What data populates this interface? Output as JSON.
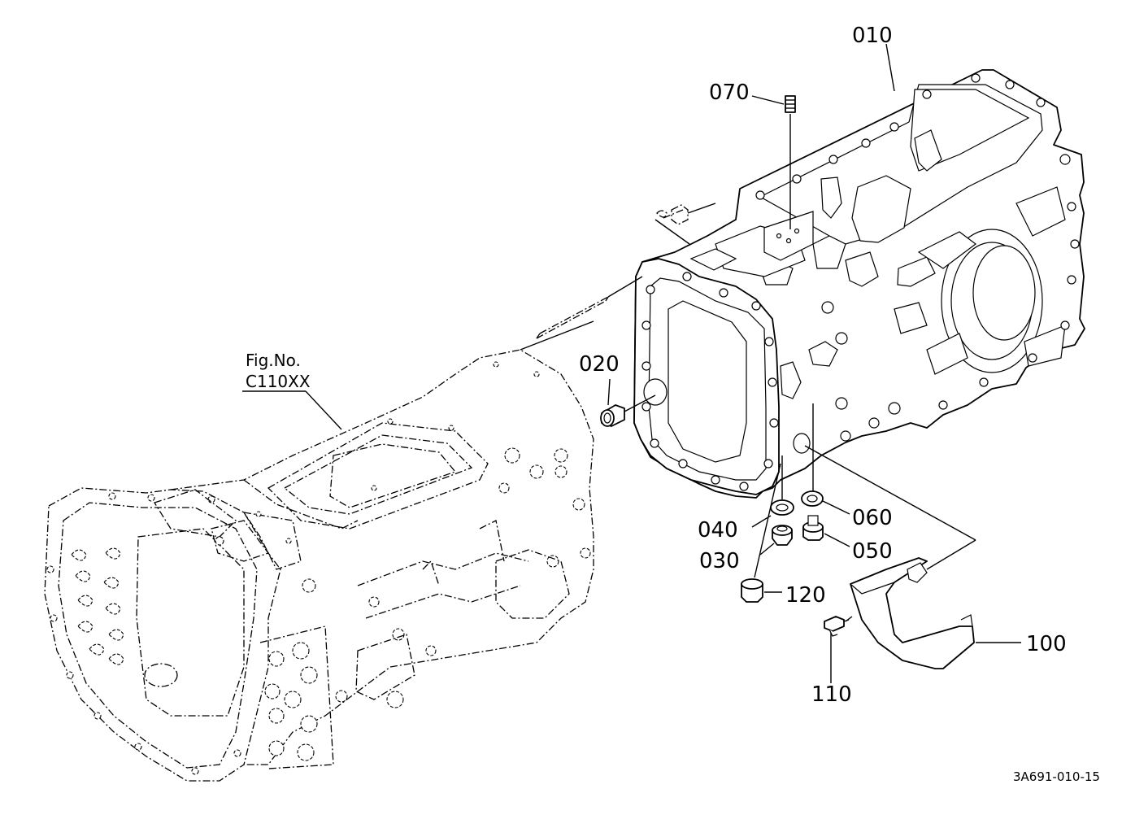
{
  "figure_ref": {
    "line1": "Fig.No.",
    "line2": "C110XX"
  },
  "callouts": [
    {
      "id": "010",
      "text": "010"
    },
    {
      "id": "070",
      "text": "070"
    },
    {
      "id": "020",
      "text": "020"
    },
    {
      "id": "040",
      "text": "040"
    },
    {
      "id": "060",
      "text": "060"
    },
    {
      "id": "030",
      "text": "030"
    },
    {
      "id": "050",
      "text": "050"
    },
    {
      "id": "120",
      "text": "120"
    },
    {
      "id": "100",
      "text": "100"
    },
    {
      "id": "110",
      "text": "110"
    }
  ],
  "drawing_code": "3A691-010-15"
}
